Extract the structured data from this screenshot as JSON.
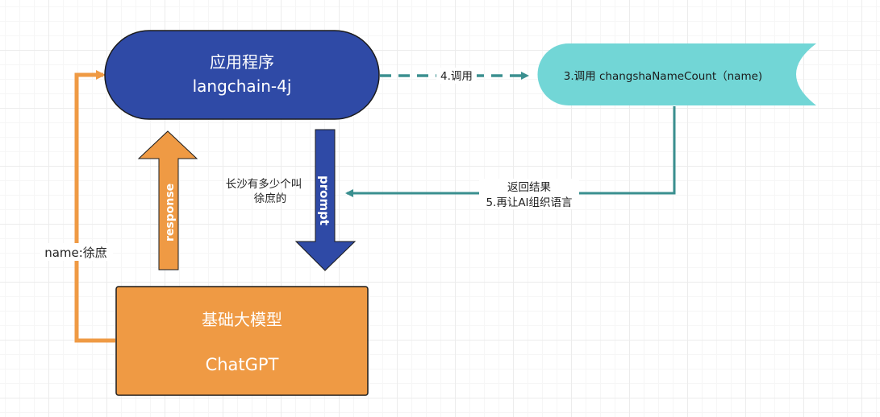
{
  "colors": {
    "app_fill": "#2f4aa6",
    "store_fill": "#72d6d6",
    "model_fill": "#ef9a44",
    "teal_line": "#3a8f8f",
    "orange_line": "#ef9a44",
    "prompt_arrow": "#2f4aa6"
  },
  "nodes": {
    "app": {
      "line1": "应用程序",
      "line2": "langchain-4j"
    },
    "tool": {
      "label": "3.调用 changshaNameCount（name)"
    },
    "model": {
      "line1": "基础大模型",
      "line2": "ChatGPT"
    }
  },
  "edges": {
    "call": {
      "label": "4.调用"
    },
    "result": {
      "line1": "返回结果",
      "line2": "5.再让AI组织语言"
    },
    "prompt": {
      "label": "prompt",
      "question_line1": "长沙有多少个叫",
      "question_line2": "徐庶的"
    },
    "response": {
      "label": "response"
    },
    "name": {
      "label": "name:徐庶"
    }
  }
}
